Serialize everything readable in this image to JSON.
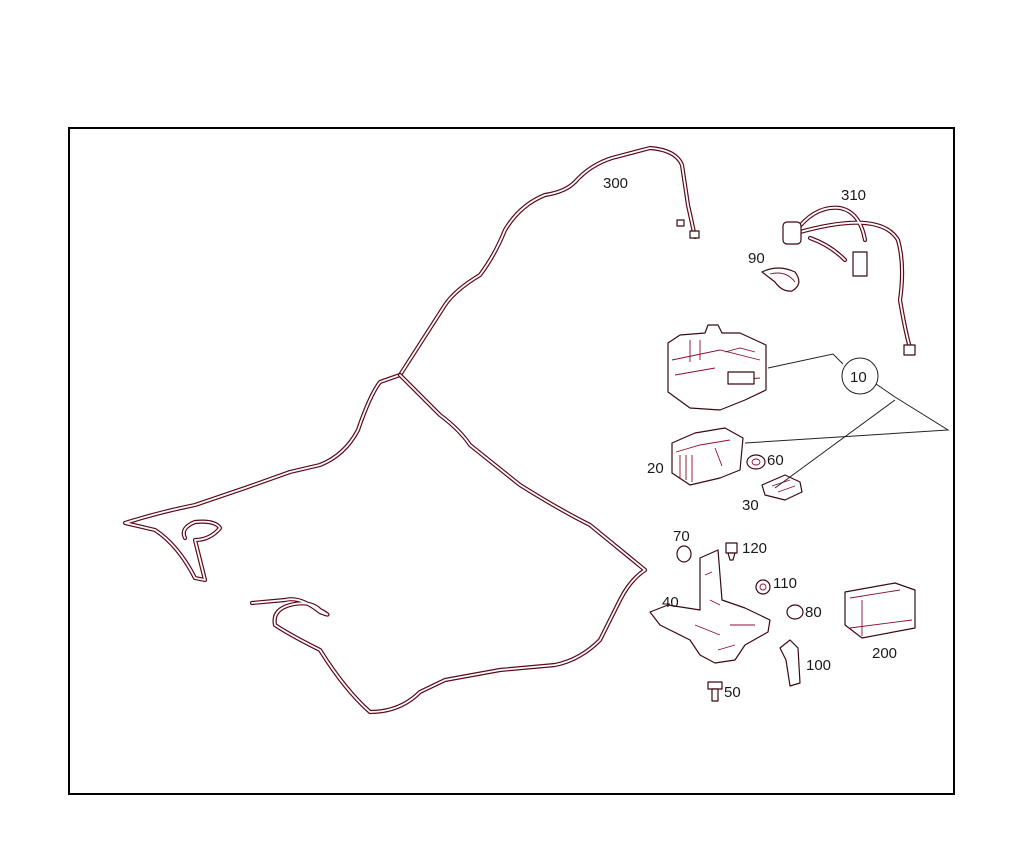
{
  "diagram": {
    "callouts": [
      {
        "id": "c300",
        "text": "300"
      },
      {
        "id": "c310",
        "text": "310"
      },
      {
        "id": "c90",
        "text": "90"
      },
      {
        "id": "c10",
        "text": "10"
      },
      {
        "id": "c60",
        "text": "60"
      },
      {
        "id": "c20",
        "text": "20"
      },
      {
        "id": "c30",
        "text": "30"
      },
      {
        "id": "c70",
        "text": "70"
      },
      {
        "id": "c120",
        "text": "120"
      },
      {
        "id": "c110",
        "text": "110"
      },
      {
        "id": "c40",
        "text": "40"
      },
      {
        "id": "c80",
        "text": "80"
      },
      {
        "id": "c100",
        "text": "100"
      },
      {
        "id": "c200",
        "text": "200"
      },
      {
        "id": "c50",
        "text": "50"
      }
    ],
    "colors": {
      "outline": "#5a0a1a",
      "accent": "#8a1030",
      "frame": "#000000"
    }
  }
}
